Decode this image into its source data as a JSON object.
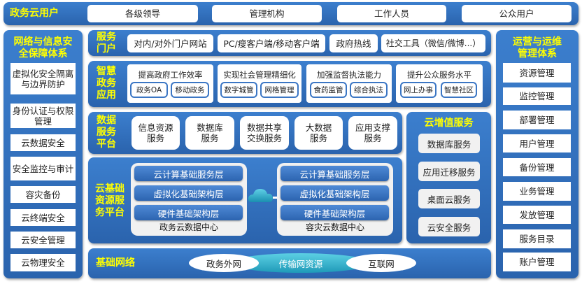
{
  "top": {
    "title": "政务云用户",
    "users": [
      "各级领导",
      "管理机构",
      "工作人员",
      "公众用户"
    ]
  },
  "left": {
    "title": "网络与信息安全保障体系",
    "title_lines": [
      "网络与信息安",
      "全保障体系"
    ],
    "items": [
      "虚拟化安全隔离与边界防护",
      "身份认证与权限管理",
      "云数据安全",
      "安全监控与审计",
      "容灾备份",
      "云终端安全",
      "云安全管理",
      "云物理安全"
    ]
  },
  "portal": {
    "title": "服务门户",
    "title_lines": [
      "服务",
      "门户"
    ],
    "items": [
      "对内/对外门户网站",
      "PC/瘦客户端/移动客户端",
      "政府热线",
      "社交工具（微信/微博...）"
    ]
  },
  "smart": {
    "title": "智慧政务应用",
    "title_lines": [
      "智慧",
      "政务",
      "应用"
    ],
    "groups": [
      {
        "title": "提高政府工作效率",
        "items": [
          "政务OA",
          "移动政务"
        ]
      },
      {
        "title": "实现社会管理精细化",
        "items": [
          "数字城管",
          "网格管理"
        ]
      },
      {
        "title": "加强监督执法能力",
        "items": [
          "食药监管",
          "综合执法"
        ]
      },
      {
        "title": "提升公众服务水平",
        "items": [
          "网上办事",
          "智慧社区"
        ]
      }
    ]
  },
  "data_platform": {
    "title": "数据服务平台",
    "title_lines": [
      "数据",
      "服务",
      "平台"
    ],
    "items": [
      "信息资源服务",
      "数据库服务",
      "数据共享交换服务",
      "大数据服务",
      "应用支撑服务"
    ]
  },
  "infra": {
    "title": "云基础资源服务平台",
    "title_lines": [
      "云基础",
      "资源服",
      "务平台"
    ],
    "centers": [
      {
        "name": "政务云数据中心",
        "layers": [
          "云计算基础服务层",
          "虚拟化基础架构层",
          "硬件基础架构层"
        ]
      },
      {
        "name": "容灾云数据中心",
        "layers": [
          "云计算基础服务层",
          "虚拟化基础架构层",
          "硬件基础架构层"
        ]
      }
    ]
  },
  "value_added": {
    "title": "云增值服务",
    "items": [
      "数据库服务",
      "应用迁移服务",
      "桌面云服务",
      "云安全服务"
    ]
  },
  "network": {
    "title": "基础网络",
    "left": "政务外网",
    "center": "传输网资源",
    "right": "互联网"
  },
  "right": {
    "title": "运营与运维管理体系",
    "title_lines": [
      "运营与运维",
      "管理体系"
    ],
    "items": [
      "资源管理",
      "监控管理",
      "部署管理",
      "用户管理",
      "备份管理",
      "业务管理",
      "发放管理",
      "服务目录",
      "账户管理"
    ]
  },
  "colors": {
    "panel": "#2f6bb8",
    "label": "#ffff00",
    "teal": "#2aa7c2"
  }
}
